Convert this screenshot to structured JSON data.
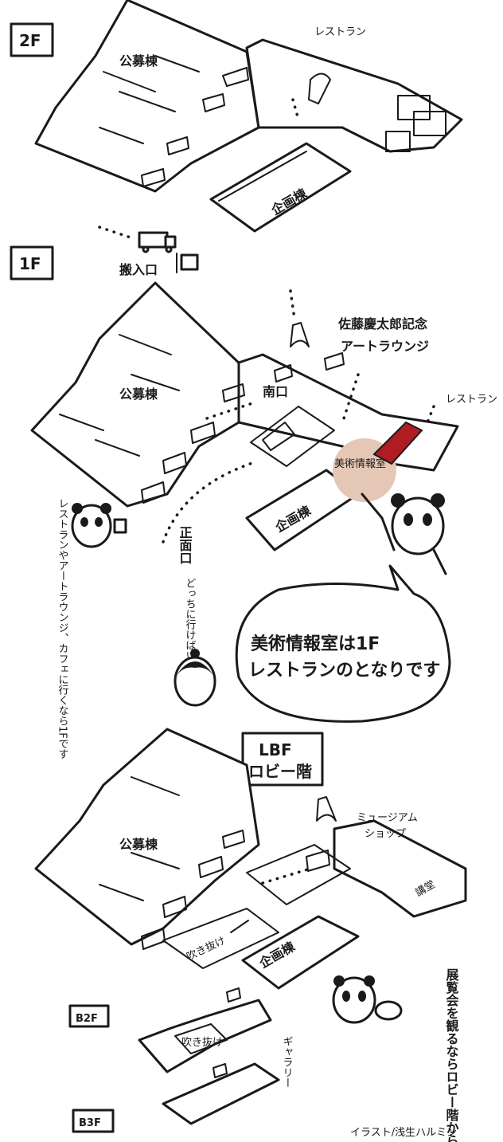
{
  "floors": {
    "f2": {
      "badge": "2F",
      "hall_public": "公募棟",
      "hall_special": "企画棟",
      "restaurant": "レストラン"
    },
    "f1": {
      "badge": "1F",
      "loading": "搬入口",
      "lounge_line1": "佐藤慶太郎記念",
      "lounge_line2": "アートラウンジ",
      "restaurant": "レストラン",
      "south_entrance": "南口",
      "main_entrance": "正面口",
      "hall_public": "公募棟",
      "hall_special": "企画棟",
      "info_room": "美術情報室"
    },
    "lbf": {
      "badge_line1": "LBF",
      "badge_line2": "ロビー階",
      "museum_shop_line1": "ミュージアム",
      "museum_shop_line2": "ショップ",
      "hall_public": "公募棟",
      "hall_special": "企画棟",
      "atrium": "吹き抜け",
      "lecture": "講堂"
    },
    "b2f": {
      "badge": "B2F",
      "atrium": "吹き抜け"
    },
    "b3f": {
      "badge": "B3F"
    },
    "gallery": "ギャラリー"
  },
  "notes": {
    "panda_cafe": "レストランやアートラウンジ、カフェに行くなら1Fです",
    "girl_question": "どっちに行けばいいの?",
    "bubble_line1": "美術情報室は1F",
    "bubble_line2": "レストランのとなりです",
    "panda_exhibit": "展覧会を観るならロビー階からですよ"
  },
  "credit": "イラスト/浅生ハルミン",
  "colors": {
    "ink": "#1a1a1a",
    "info_room_fill": "#b01c22",
    "highlight_circle": "#e5c7b5",
    "background": "#ffffff"
  }
}
